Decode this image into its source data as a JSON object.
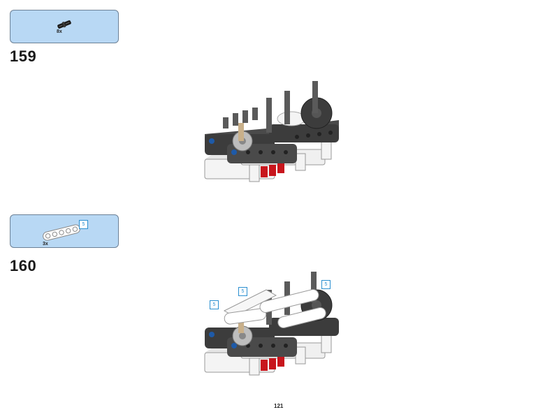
{
  "steps": [
    {
      "number": "159",
      "parts": [
        {
          "icon": "axle-pin-icon",
          "quantity": "8x",
          "color": "#1a1a1a"
        }
      ]
    },
    {
      "number": "160",
      "parts": [
        {
          "icon": "liftarm-beam-icon",
          "quantity": "3x",
          "length": "5",
          "color": "#ffffff"
        }
      ],
      "callout_lengths": [
        "5",
        "5",
        "5"
      ]
    }
  ],
  "page_number": "121",
  "colors": {
    "callout_bg": "#b8d8f4",
    "callout_border": "#6c8196",
    "beam_dark": "#3c3c3c",
    "beam_white": "#f4f4f4",
    "accent_red": "#c8161d",
    "accent_blue": "#1e5aa8",
    "length_tag": "#2a8fd0"
  }
}
